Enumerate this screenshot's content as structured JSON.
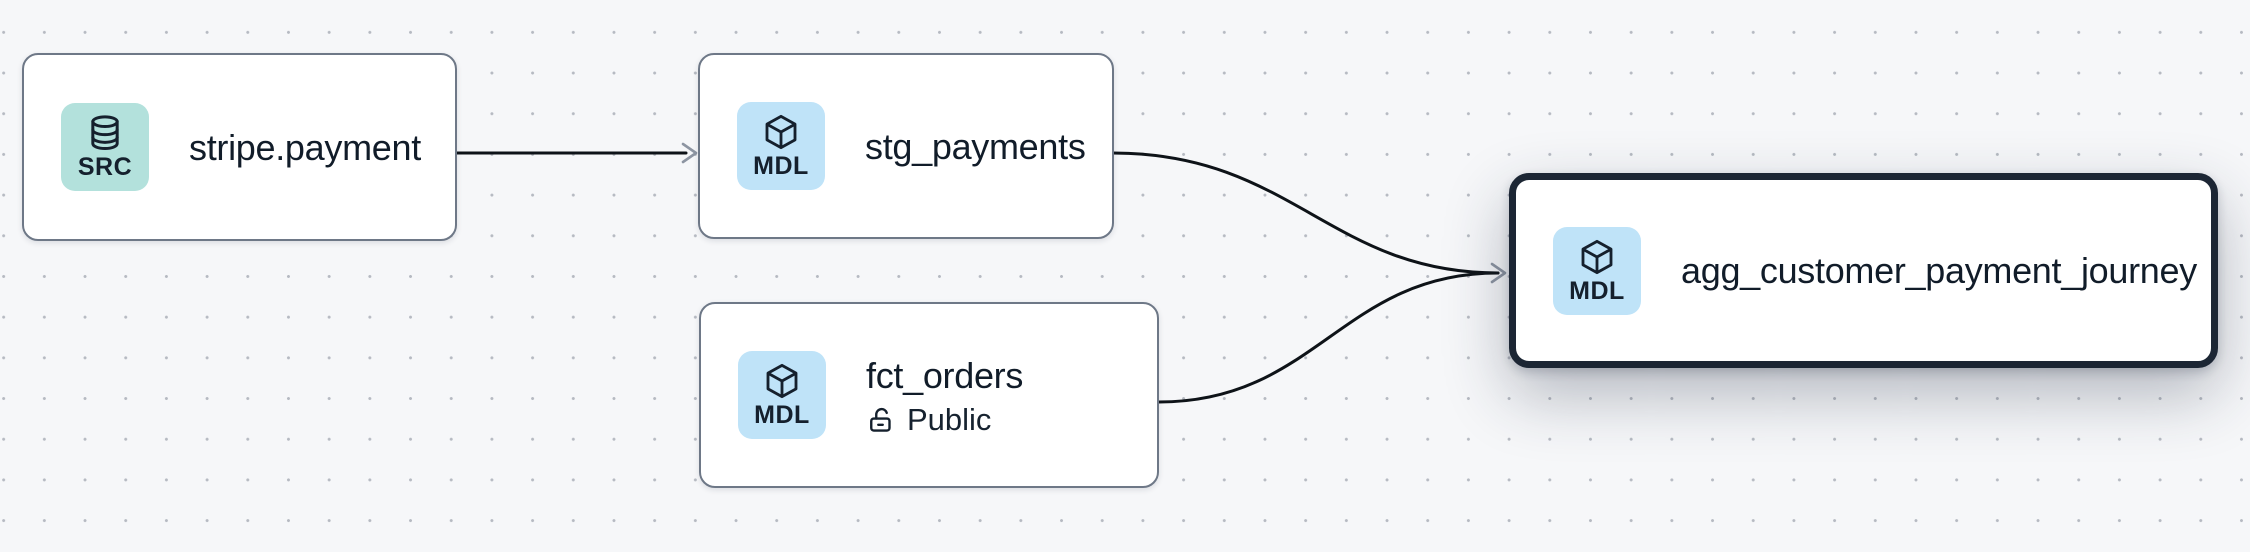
{
  "app": {
    "view": "data-lineage-graph"
  },
  "colors": {
    "canvas_bg": "#f6f7f9",
    "grid_dot": "#b6bac2",
    "node_bg": "#ffffff",
    "node_border": "#6e7887",
    "selected_node_border": "#1c2634",
    "source_badge_bg": "#b3e1dc",
    "model_badge_bg": "#bfe3f8",
    "icon_ink": "#15202d",
    "title_ink": "#111c29",
    "edge_line": "#0e1318",
    "arrowhead": "#8d95a2"
  },
  "nodes": [
    {
      "id": "stripe.payment",
      "title": "stripe.payment",
      "type": "source",
      "badge_label": "SRC",
      "badge_icon": "database-icon",
      "selected": false
    },
    {
      "id": "stg_payments",
      "title": "stg_payments",
      "type": "model",
      "badge_label": "MDL",
      "badge_icon": "cube-icon",
      "selected": false
    },
    {
      "id": "fct_orders",
      "title": "fct_orders",
      "type": "model",
      "badge_label": "MDL",
      "badge_icon": "cube-icon",
      "access_label": "Public",
      "access_icon": "unlock-icon",
      "selected": false
    },
    {
      "id": "agg_customer_payment_journey",
      "title": "agg_customer_payment_journey",
      "type": "model",
      "badge_label": "MDL",
      "badge_icon": "cube-icon",
      "selected": true
    }
  ],
  "edges": [
    {
      "from": "stripe.payment",
      "to": "stg_payments"
    },
    {
      "from": "stg_payments",
      "to": "agg_customer_payment_journey"
    },
    {
      "from": "fct_orders",
      "to": "agg_customer_payment_journey"
    }
  ]
}
